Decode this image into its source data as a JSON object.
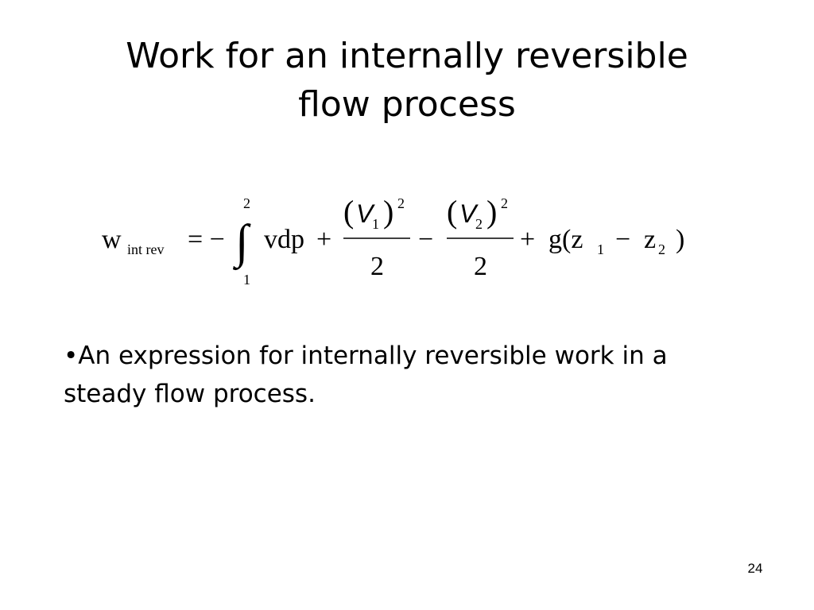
{
  "slide": {
    "title_line1": "Work for an internally reversible",
    "title_line2": "flow process",
    "bullet_symbol": "•",
    "bullet_text": "An expression for internally reversible work in a steady flow process.",
    "page_number": "24"
  },
  "equation": {
    "lhs_symbol": "w",
    "lhs_subscript": "int rev",
    "equals_minus": "= −",
    "integral_sign": "∫",
    "integral_upper": "2",
    "integral_lower": "1",
    "integrand": "vdp",
    "plus_1": "+",
    "frac1_open_paren": "(",
    "frac1_variable": "V",
    "frac1_subscript": "1",
    "frac1_close_paren": ")",
    "frac1_exponent": "2",
    "frac1_denominator": "2",
    "minus_1": "−",
    "frac2_open_paren": "(",
    "frac2_variable": "V",
    "frac2_subscript": "2",
    "frac2_close_paren": ")",
    "frac2_exponent": "2",
    "frac2_denominator": "2",
    "plus_2": "+",
    "g_open": "g(z",
    "z1_subscript": "1",
    "minus_2": "−",
    "z2": "z",
    "z2_subscript": "2",
    "close_paren": ")"
  }
}
